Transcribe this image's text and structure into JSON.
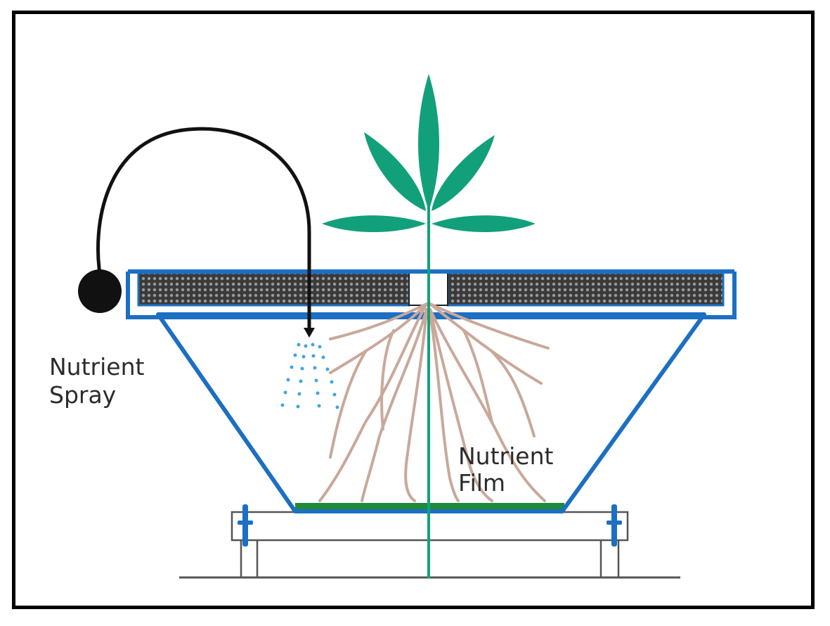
{
  "labels": {
    "spray_line1": "Nutrient",
    "spray_line2": "Spray",
    "film_line1": "Nutrient",
    "film_line2": "Film"
  },
  "colors": {
    "container": "#1c6fc2",
    "leaf": "#12a07a",
    "stem": "#12a07a",
    "root": "#c9a89a",
    "tube": "#111111",
    "spray": "#3fa7e0",
    "film": "#1f8a3a",
    "stand": "#555555",
    "foam": "#3a3a3a"
  }
}
